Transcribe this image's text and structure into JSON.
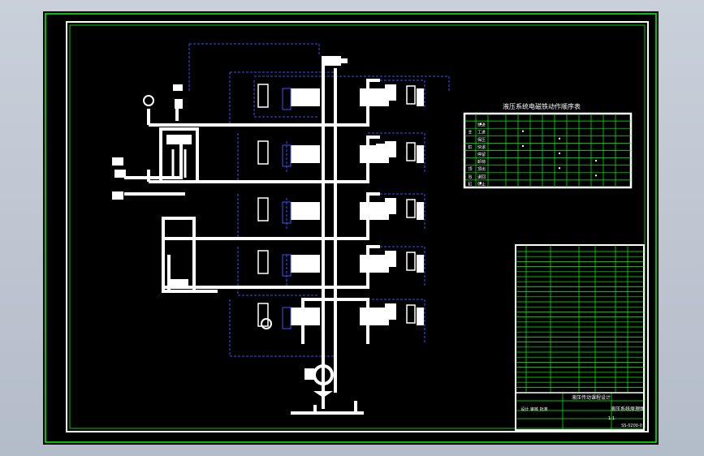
{
  "drawing": {
    "table_title": "液压系统电磁铁动作顺序表",
    "table_rows": [
      {
        "group": "",
        "label": "快进"
      },
      {
        "group": "主",
        "label": "工进"
      },
      {
        "group": "",
        "label": "保压"
      },
      {
        "group": "缸",
        "label": "快退"
      },
      {
        "group": "",
        "label": "停留"
      },
      {
        "group": "",
        "label": "卸荷"
      },
      {
        "group": "顶",
        "label": "顶出"
      },
      {
        "group": "出",
        "label": "退回"
      },
      {
        "group": "缸",
        "label": "停止"
      }
    ],
    "title_block": {
      "school": "液压传动课程设计",
      "name": "液压系统原理图",
      "code": "SS-0200-0",
      "designer": "设计 审核 批准",
      "scale": "1:1"
    },
    "colors": {
      "background": "#000000",
      "frame_green": "#00ff00",
      "line_white": "#ffffff",
      "dashed_blue": "#3355ff"
    }
  }
}
